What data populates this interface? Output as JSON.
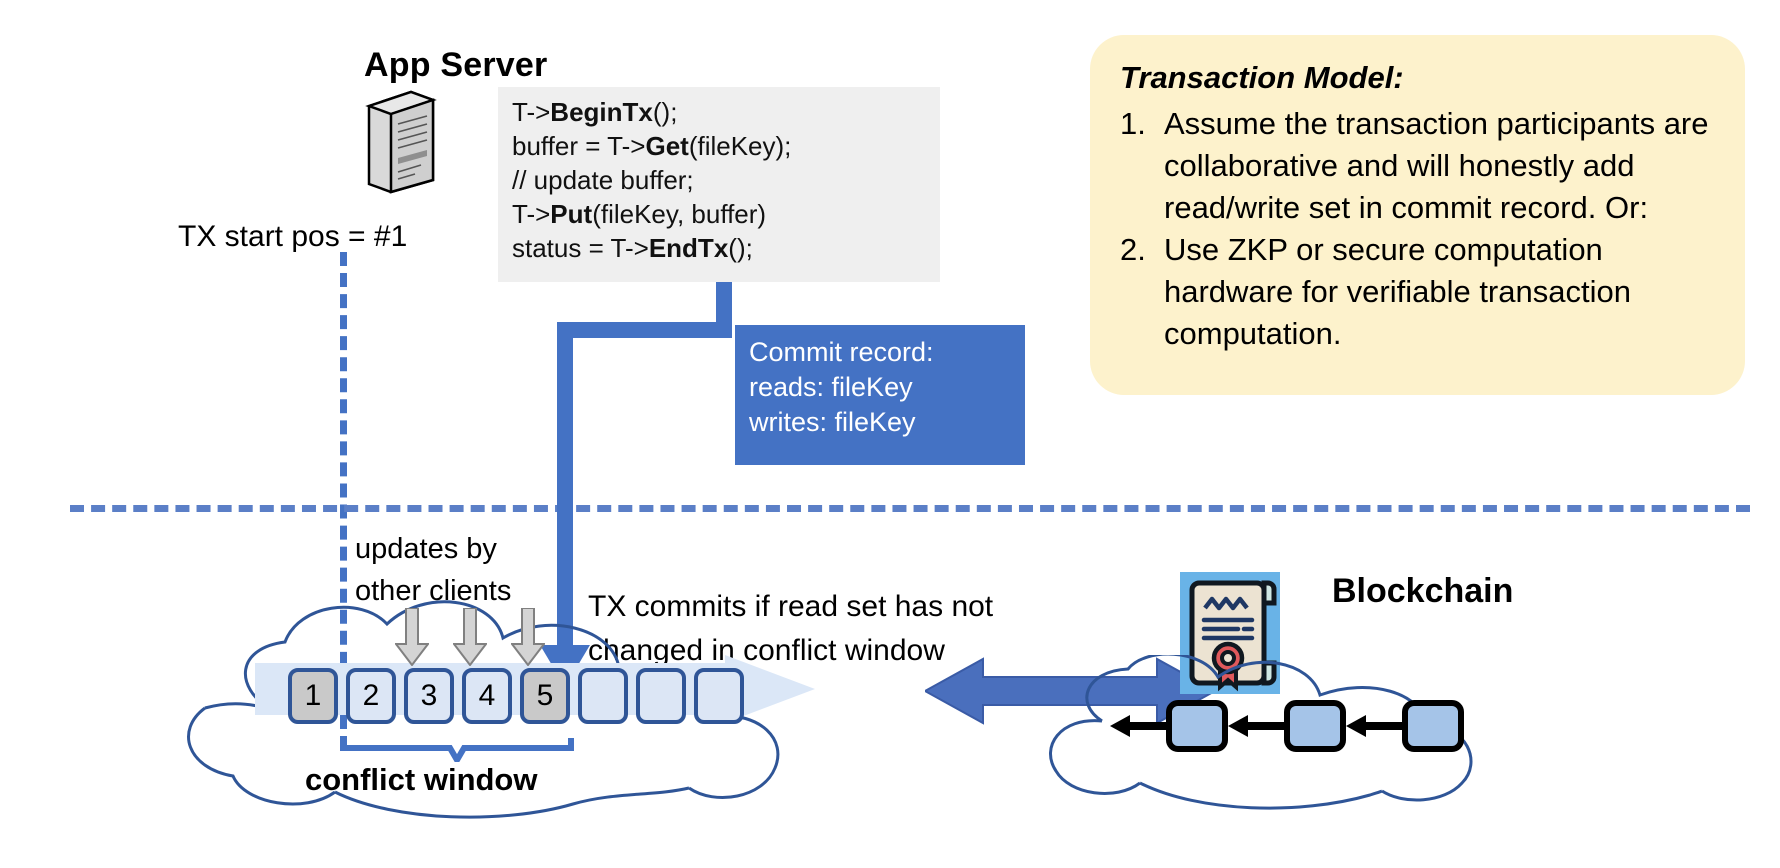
{
  "app_server": {
    "title": "App Server",
    "icon": "server-tower-icon",
    "code_lines": [
      {
        "pre": "T->",
        "bold": "BeginTx",
        "post": "();"
      },
      {
        "pre": "buffer = T->",
        "bold": "Get",
        "post": "(fileKey);"
      },
      {
        "pre": "// update buffer;",
        "bold": "",
        "post": ""
      },
      {
        "pre": "T->",
        "bold": "Put",
        "post": "(fileKey, buffer)"
      },
      {
        "pre": "status = T->",
        "bold": "EndTx",
        "post": "();"
      }
    ]
  },
  "tx_start": {
    "label": "TX start pos = #1"
  },
  "commit_record": {
    "title": "Commit record:",
    "reads": "reads: fileKey",
    "writes": "writes: fileKey"
  },
  "transaction_model": {
    "title": "Transaction Model:",
    "items": [
      {
        "num": "1.",
        "text": "Assume the transaction participants are collaborative and will honestly add read/write set in commit record.  Or:"
      },
      {
        "num": "2.",
        "text": "Use ZKP or secure computation hardware for verifiable transaction computation."
      }
    ]
  },
  "ledger": {
    "updates_label_line1": "updates by",
    "updates_label_line2": "other clients",
    "commit_label_line1": "TX commits if read set has not",
    "commit_label_line2": "changed in conflict window",
    "conflict_window_label": "conflict window",
    "blocks": [
      {
        "label": "1",
        "state": "filled"
      },
      {
        "label": "2",
        "state": "empty"
      },
      {
        "label": "3",
        "state": "empty"
      },
      {
        "label": "4",
        "state": "empty"
      },
      {
        "label": "5",
        "state": "filled"
      },
      {
        "label": "",
        "state": "empty"
      },
      {
        "label": "",
        "state": "empty"
      },
      {
        "label": "",
        "state": "empty"
      }
    ]
  },
  "blockchain": {
    "label": "Blockchain",
    "icon": "certificate-icon",
    "block_count": 3
  },
  "colors": {
    "accent_blue": "#4472c4",
    "block_border": "#2f5597",
    "block_empty": "#dce6f5",
    "block_filled": "#c9c9c9",
    "card_yellow": "#fdf2cc",
    "code_bg": "#efefef",
    "cloud_stroke": "#2f5597",
    "bc_block": "#a5c4e8",
    "cert_bg": "#69b3e7",
    "seal_red": "#d5282c"
  }
}
